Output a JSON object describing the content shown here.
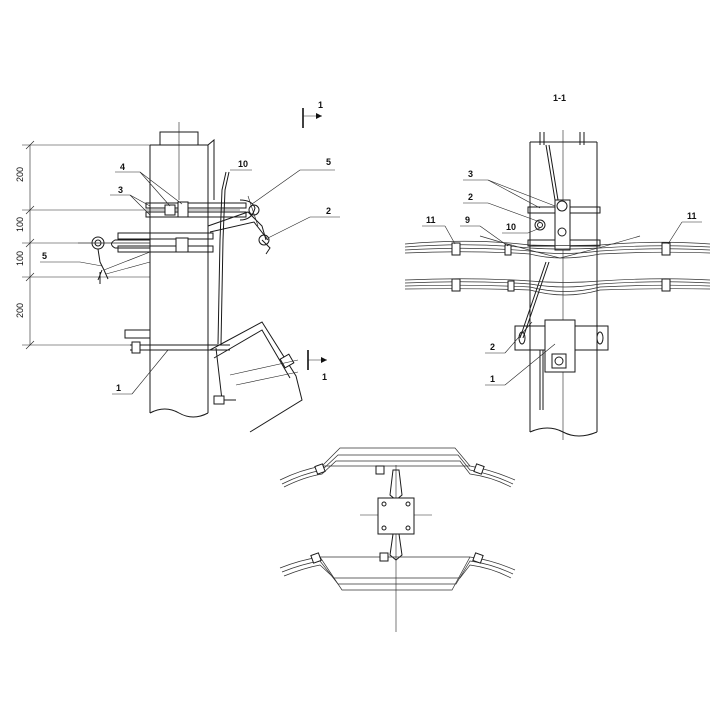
{
  "diagram": {
    "section_title": "1-1",
    "cut_mark_top": "1",
    "cut_mark_bottom": "1",
    "dimensions": [
      "200",
      "100",
      "100",
      "200"
    ],
    "left_view_labels": {
      "l4": "4",
      "l3": "3",
      "l10": "10",
      "l5_right": "5",
      "l2": "2",
      "l5_left": "5",
      "l1": "1"
    },
    "section_view_labels": {
      "s3": "3",
      "s2": "2",
      "s10": "10",
      "s11_left": "11",
      "s9": "9",
      "s11_right": "11",
      "s2_low": "2",
      "s1": "1"
    }
  }
}
